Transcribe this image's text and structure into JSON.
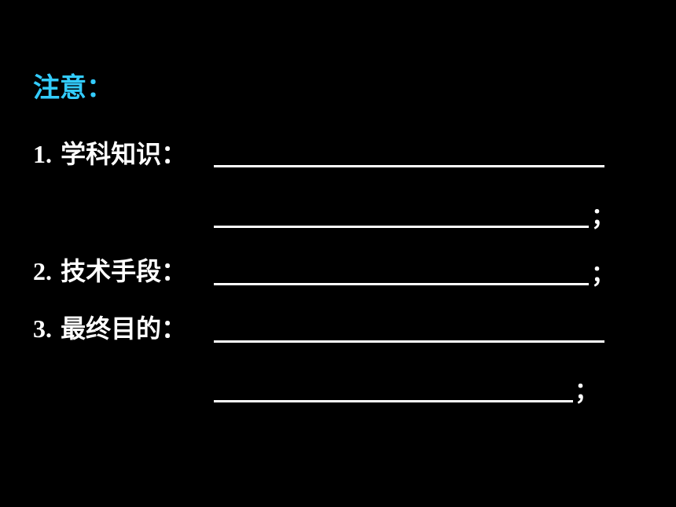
{
  "heading": "注意：",
  "items": [
    {
      "number": "1.",
      "label": "学科知识："
    },
    {
      "number": "2.",
      "label": "技术手段："
    },
    {
      "number": "3.",
      "label": "最终目的："
    }
  ],
  "line_end_punct": {
    "item1_line2": "；",
    "item2_line1": "；",
    "item3_line2": "；"
  },
  "colors": {
    "background": "#000000",
    "heading": "#33ccff",
    "text": "#ffffff"
  }
}
